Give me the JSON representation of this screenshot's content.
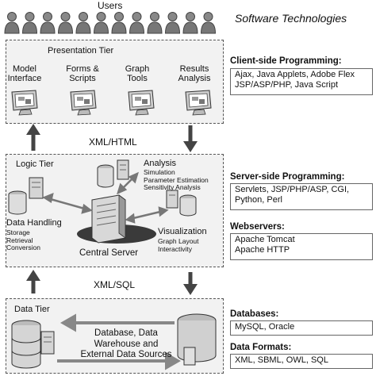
{
  "users": {
    "label": "Users",
    "count": 12
  },
  "heading": "Software Technologies",
  "presentation": {
    "title": "Presentation Tier",
    "items": [
      {
        "label": "Model\nInterface"
      },
      {
        "label": "Forms &\nScripts"
      },
      {
        "label": "Graph\nTools"
      },
      {
        "label": "Results\nAnalysis"
      }
    ]
  },
  "connector_top": "XML/HTML",
  "logic": {
    "title": "Logic Tier",
    "analysis": {
      "title": "Analysis",
      "lines": "Simulation\nParameter Estimation\nSensitivity Analysis"
    },
    "data_handling": {
      "title": "Data Handling",
      "lines": "Storage\nRetrieval\nConversion"
    },
    "visualization": {
      "title": "Visualization",
      "lines": "Graph Layout\nInteractivity"
    },
    "central": "Central Server"
  },
  "connector_bottom": "XML/SQL",
  "data_tier": {
    "title": "Data Tier",
    "sources": "Database, Data\nWarehouse and\nExternal Data Sources"
  },
  "right": {
    "client": {
      "heading": "Client-side Programming:",
      "text": "Ajax, Java Applets, Adobe Flex\nJSP/ASP/PHP, Java Script"
    },
    "server": {
      "heading": "Server-side Programming:",
      "text": "Servlets, JSP/PHP/ASP, CGI,\nPython, Perl"
    },
    "webservers": {
      "heading": "Webservers:",
      "text": "Apache Tomcat\nApache HTTP"
    },
    "databases": {
      "heading": "Databases:",
      "text": "MySQL, Oracle"
    },
    "formats": {
      "heading": "Data Formats:",
      "text": "XML, SBML, OWL, SQL"
    }
  }
}
